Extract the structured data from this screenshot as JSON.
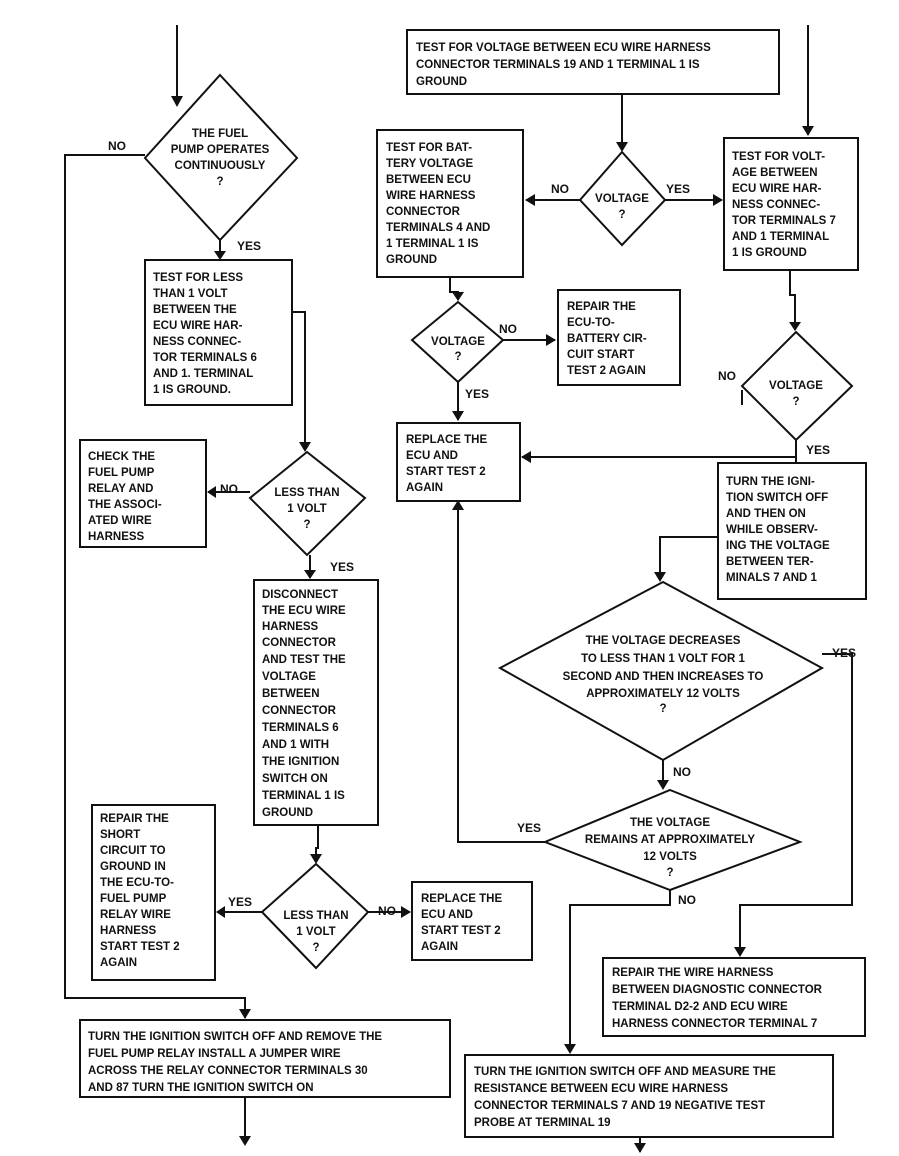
{
  "boxes": {
    "test_19_1": [
      "TEST FOR VOLTAGE BETWEEN ECU WIRE HARNESS",
      "CONNECTOR TERMINALS 19 AND 1  TERMINAL 1 IS",
      "GROUND"
    ],
    "battery_voltage": [
      "TEST FOR BAT-",
      "TERY VOLTAGE",
      "BETWEEN ECU",
      "WIRE HARNESS",
      "CONNECTOR",
      "TERMINALS 4 AND",
      "1  TERMINAL 1 IS",
      "GROUND"
    ],
    "voltage_7_1": [
      "TEST FOR VOLT-",
      "AGE BETWEEN",
      "ECU WIRE HAR-",
      "NESS CONNEC-",
      "TOR TERMINALS 7",
      "AND 1  TERMINAL",
      "1 IS GROUND"
    ],
    "less_than_1_6_1": [
      "TEST FOR LESS",
      "THAN 1 VOLT",
      "BETWEEN THE",
      "ECU WIRE HAR-",
      "NESS CONNEC-",
      "TOR TERMINALS 6",
      "AND 1. TERMINAL",
      "1 IS GROUND."
    ],
    "repair_ecu_battery": [
      "REPAIR THE",
      "ECU-TO-",
      "BATTERY CIR-",
      "CUIT  START",
      "TEST 2 AGAIN"
    ],
    "replace_ecu_1": [
      "REPLACE THE",
      "ECU AND",
      "START TEST 2",
      "AGAIN"
    ],
    "check_relay": [
      "CHECK THE",
      "FUEL PUMP",
      "RELAY AND",
      "THE ASSOCI-",
      "ATED WIRE",
      "HARNESS"
    ],
    "turn_ignition_observe": [
      "TURN THE IGNI-",
      "TION SWITCH OFF",
      "AND THEN ON",
      "WHILE OBSERV-",
      "ING THE VOLTAGE",
      "BETWEEN TER-",
      "MINALS 7 AND 1"
    ],
    "disconnect": [
      "DISCONNECT",
      "THE ECU WIRE",
      "HARNESS",
      "CONNECTOR",
      "AND TEST THE",
      "VOLTAGE",
      "BETWEEN",
      "CONNECTOR",
      "TERMINALS 6",
      "AND 1 WITH",
      "THE IGNITION",
      "SWITCH ON",
      "TERMINAL 1 IS",
      "GROUND"
    ],
    "repair_short": [
      "REPAIR THE",
      "SHORT",
      "CIRCUIT TO",
      "GROUND IN",
      "THE ECU-TO-",
      "FUEL PUMP",
      "RELAY WIRE",
      "HARNESS",
      "START TEST 2",
      "AGAIN"
    ],
    "replace_ecu_2": [
      "REPLACE THE",
      "ECU AND",
      "START TEST 2",
      "AGAIN"
    ],
    "repair_harness_d2": [
      "REPAIR THE WIRE HARNESS",
      "BETWEEN DIAGNOSTIC CONNECTOR",
      "TERMINAL D2-2 AND ECU WIRE",
      "HARNESS CONNECTOR TERMINAL 7"
    ],
    "remove_relay": [
      "TURN THE IGNITION SWITCH OFF AND REMOVE THE",
      "FUEL PUMP RELAY  INSTALL A JUMPER WIRE",
      "ACROSS THE RELAY CONNECTOR TERMINALS 30",
      "AND 87  TURN THE IGNITION SWITCH ON"
    ],
    "measure_resistance": [
      "TURN THE IGNITION SWITCH OFF AND MEASURE THE",
      "RESISTANCE BETWEEN ECU WIRE HARNESS",
      "CONNECTOR TERMINALS 7 AND 19  NEGATIVE TEST",
      "PROBE AT TERMINAL 19"
    ]
  },
  "diamonds": {
    "fuel_pump_continuous": [
      "THE FUEL",
      "PUMP OPERATES",
      "CONTINUOUSLY",
      "?"
    ],
    "voltage_top": [
      "VOLTAGE",
      "?"
    ],
    "voltage_left": [
      "VOLTAGE",
      "?"
    ],
    "voltage_right": [
      "VOLTAGE",
      "?"
    ],
    "less_than_1_a": [
      "LESS THAN",
      "1 VOLT",
      "?"
    ],
    "less_than_1_b": [
      "LESS THAN",
      "1 VOLT",
      "?"
    ],
    "voltage_decreases": [
      "THE VOLTAGE DECREASES",
      "TO LESS THAN 1 VOLT FOR 1",
      "SECOND AND THEN INCREASES TO",
      "APPROXIMATELY 12 VOLTS",
      "?"
    ],
    "voltage_remains": [
      "THE VOLTAGE",
      "REMAINS AT APPROXIMATELY",
      "12 VOLTS",
      "?"
    ]
  },
  "labels": {
    "no": "NO",
    "yes": "YES"
  }
}
